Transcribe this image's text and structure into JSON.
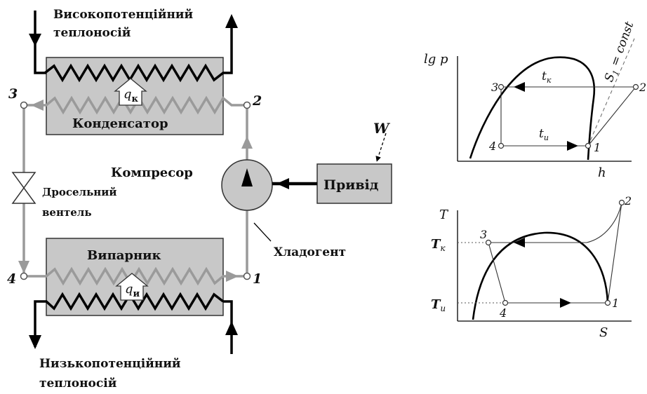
{
  "cycle_diagram": {
    "hot_carrier_line1": "Високопотенційний",
    "hot_carrier_line2": "теплоносій",
    "cold_carrier_line1": "Низькопотенційний",
    "cold_carrier_line2": "теплоносій",
    "condenser": "Конденсатор",
    "evaporator": "Випарник",
    "compressor": "Компресор",
    "drive": "Привід",
    "valve_line1": "Дросельний",
    "valve_line2": "вентель",
    "refrigerant": "Хладогент",
    "work": "W",
    "q_condenser": "q",
    "q_condenser_sub": "к",
    "q_evaporator": "q",
    "q_evaporator_sub": "и",
    "point_1": "1",
    "point_2": "2",
    "point_3": "3",
    "point_4": "4"
  },
  "ph_diagram": {
    "y_axis": "lg p",
    "x_axis": "h",
    "isentrope": "S",
    "isentrope_sub": "1",
    "isentrope_tail": " = const",
    "t_cond": "t",
    "t_cond_sub": "к",
    "t_evap": "t",
    "t_evap_sub": "и",
    "point_1": "1",
    "point_2": "2",
    "point_3": "3",
    "point_4": "4"
  },
  "ts_diagram": {
    "y_axis": "T",
    "x_axis": "S",
    "t_cond": "T",
    "t_cond_sub": "к",
    "t_evap": "T",
    "t_evap_sub": "и",
    "point_1": "1",
    "point_2": "2",
    "point_3": "3",
    "point_4": "4"
  },
  "colors": {
    "box_fill": "#c8c8c8",
    "refrigerant_line": "#9a9a9a",
    "heat_carrier_line": "#000000"
  }
}
